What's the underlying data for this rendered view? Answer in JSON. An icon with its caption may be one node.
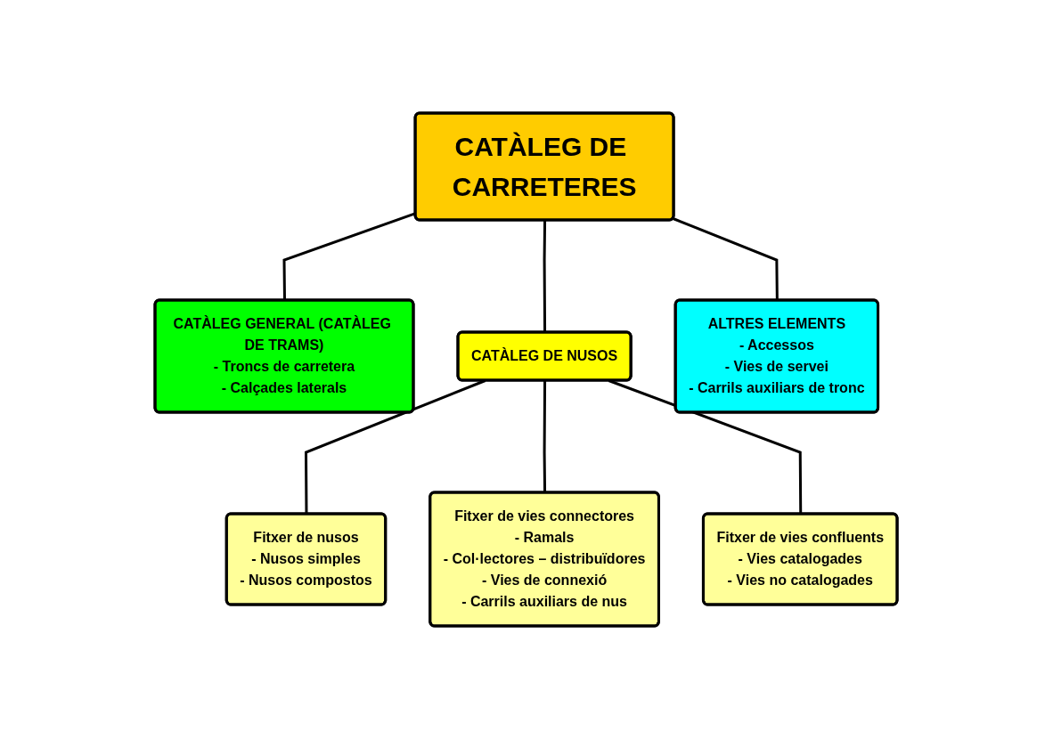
{
  "diagram": {
    "nodes": [
      {
        "text": [
          "CATÀLEG DE CARRETERES"
        ]
      },
      {
        "text": [
          "CATÀLEG GENERAL (CATÀLEG DE TRAMS)",
          "- Troncs de carretera",
          "- Calçades laterals"
        ]
      },
      {
        "text": [
          "CATÀLEG DE NUSOS"
        ]
      },
      {
        "text": [
          "ALTRES ELEMENTS",
          "- Accessos",
          "- Vies de servei",
          "- Carrils auxiliars de tronc"
        ]
      },
      {
        "text": [
          "Fitxer de nusos",
          "- Nusos simples",
          "- Nusos compostos"
        ]
      },
      {
        "text": [
          "Fitxer de vies connectores",
          "- Ramals",
          "- Col·lectores – distribuïdores",
          "- Vies de connexió",
          "- Carrils auxiliars de nus"
        ]
      },
      {
        "text": [
          "Fitxer de vies confluents",
          "- Vies catalogades",
          "- Vies no catalogades"
        ]
      }
    ],
    "edges": [
      {
        "from": 0,
        "to": 1,
        "arrow": "none"
      },
      {
        "from": 0,
        "to": 2,
        "arrow": "none"
      },
      {
        "from": 0,
        "to": 3,
        "arrow": "none"
      },
      {
        "from": 2,
        "to": 4,
        "arrow": "none"
      },
      {
        "from": 2,
        "to": 5,
        "arrow": "none"
      },
      {
        "from": 2,
        "to": 6,
        "arrow": "none"
      }
    ]
  }
}
